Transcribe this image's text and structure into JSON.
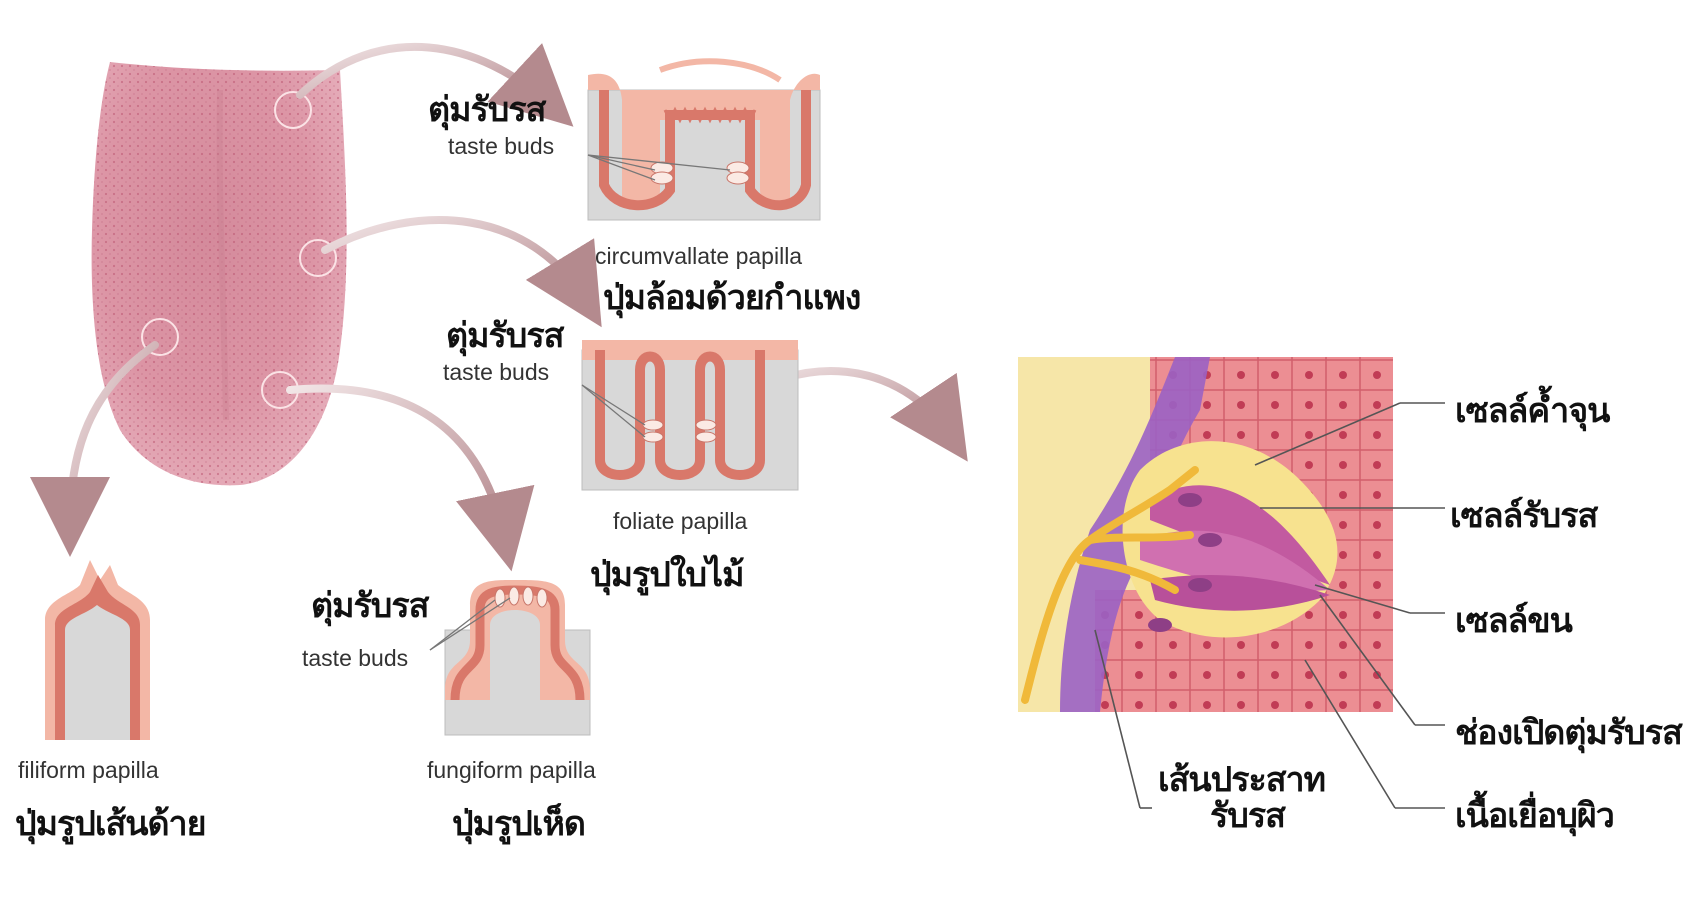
{
  "papillae": {
    "circumvallate": {
      "english": "circumvallate papilla",
      "thai": "ปุ่มล้อมด้วยกำแพง"
    },
    "foliate": {
      "english": "foliate papilla",
      "thai": "ปุ่มรูปใบไม้"
    },
    "filiform": {
      "english": "filiform papilla",
      "thai": "ปุ่มรูปเส้นด้าย"
    },
    "fungiform": {
      "english": "fungiform papilla",
      "thai": "ปุ่มรูปเห็ด"
    }
  },
  "taste_bud_labels": {
    "circumvallate": {
      "thai": "ตุ่มรับรส",
      "english": "taste buds"
    },
    "foliate": {
      "thai": "ตุ่มรับรส",
      "english": "taste buds"
    },
    "fungiform": {
      "thai": "ตุ่มรับรส",
      "english": "taste buds"
    }
  },
  "taste_bud_detail": {
    "supporting_cell": "เซลล์ค้ำจุน",
    "receptor_cell": "เซลล์รับรส",
    "hair_cell": "เซลล์ขน",
    "taste_pore": "ช่องเปิดตุ่มรับรส",
    "epithelium": "เนื้อเยื่อบุผิว",
    "nerve_line1": "เส้นประสาท",
    "nerve_line2": "รับรส"
  },
  "colors": {
    "tongue": "#d98fa0",
    "papilla_outer": "#f3b7a6",
    "papilla_inner": "#d9786a",
    "tissue_grey": "#d8d8d8",
    "arrow": "#c7a3a6",
    "nerve": "#f0b93a",
    "epithelial_cells": "#ea7d86",
    "supporting_bg": "#f7e28f",
    "receptor_cells": "#c25aa0",
    "basal_purple": "#9b62c4"
  }
}
